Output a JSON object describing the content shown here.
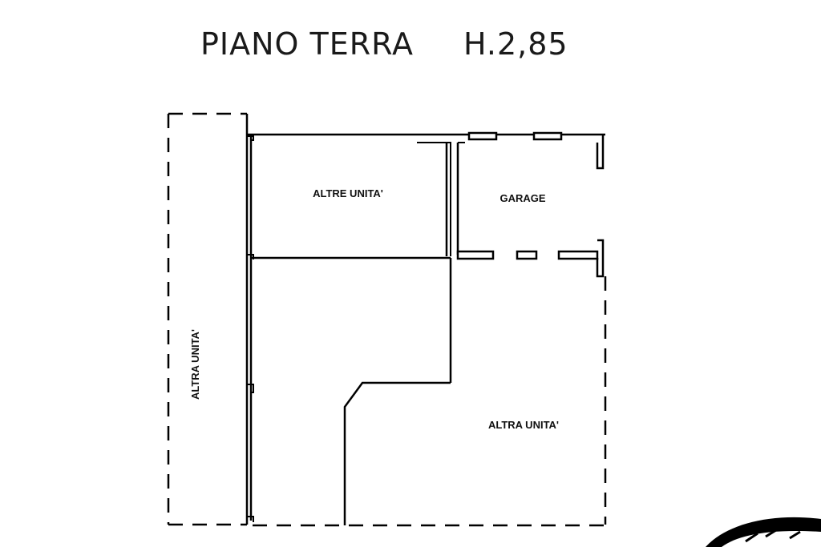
{
  "title": {
    "floor": "PIANO TERRA",
    "height": "H.2,85"
  },
  "rooms": {
    "altre_unita": "ALTRE UNITA'",
    "garage": "GARAGE",
    "altra_unita_left": "ALTRA UNITA'",
    "altra_unita_bottom": "ALTRA UNITA'"
  }
}
